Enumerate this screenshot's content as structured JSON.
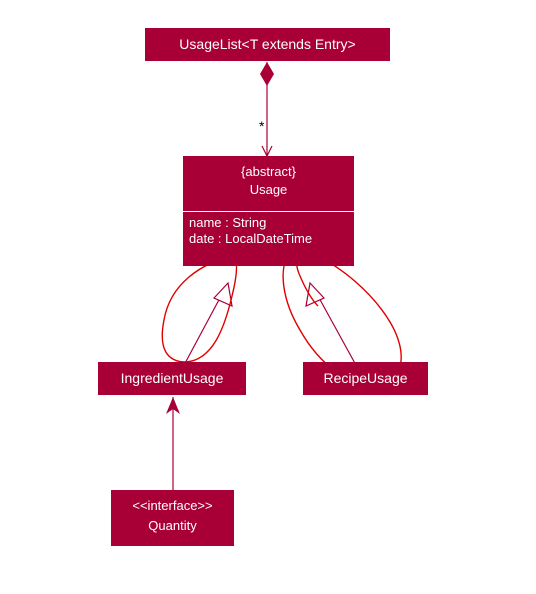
{
  "diagram": {
    "classes": {
      "usage_list": {
        "name": "UsageList<T extends Entry>"
      },
      "usage": {
        "stereotype": "{abstract}",
        "name": "Usage",
        "attributes": [
          "name : String",
          "date : LocalDateTime"
        ]
      },
      "ingredient_usage": {
        "name": "IngredientUsage"
      },
      "recipe_usage": {
        "name": "RecipeUsage"
      },
      "quantity": {
        "stereotype": "<<interface>>",
        "name": "Quantity"
      }
    },
    "relations": [
      {
        "from": "UsageList<T extends Entry>",
        "to": "Usage",
        "type": "composition",
        "multiplicity": "*"
      },
      {
        "from": "IngredientUsage",
        "to": "Usage",
        "type": "generalization"
      },
      {
        "from": "RecipeUsage",
        "to": "Usage",
        "type": "generalization"
      },
      {
        "from": "Quantity",
        "to": "IngredientUsage",
        "type": "association"
      }
    ],
    "colors": {
      "class_fill": "#a80036",
      "class_text": "#ffffff",
      "annotation": "#e00000"
    },
    "annotations": [
      "red hand-drawn loop around IngredientUsage generalization",
      "red hand-drawn loop around RecipeUsage generalization"
    ]
  }
}
